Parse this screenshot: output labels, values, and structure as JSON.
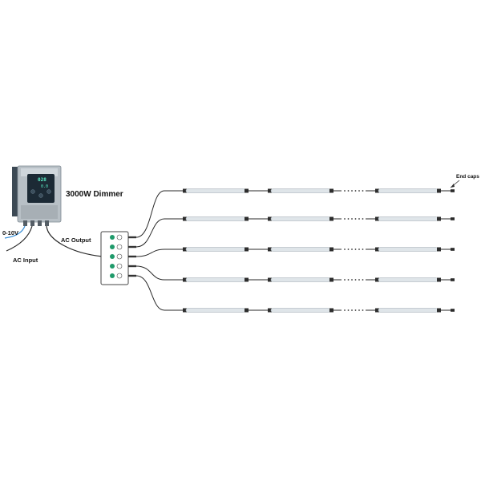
{
  "labels": {
    "dimmer_title": "3000W Dimmer",
    "ac_output": "AC Output",
    "zero_ten": "0-10V",
    "ac_input": "AC Input",
    "end_caps": "End caps"
  },
  "display": {
    "top_reading": "028",
    "bottom_reading": "0.0"
  },
  "strings": {
    "count": 5,
    "fixtures_before_dots": 2,
    "fixtures_after_dots": 1,
    "continuation": "······"
  },
  "colors": {
    "cable": "#2a2a2a",
    "control_cable": "#3a8fd6",
    "outlet_green": "#1f9a6a",
    "tube": "#dfe5e9",
    "housing": "#b8c0c6",
    "display_panel": "#1c2a35",
    "display_text": "#5cf0c8"
  }
}
